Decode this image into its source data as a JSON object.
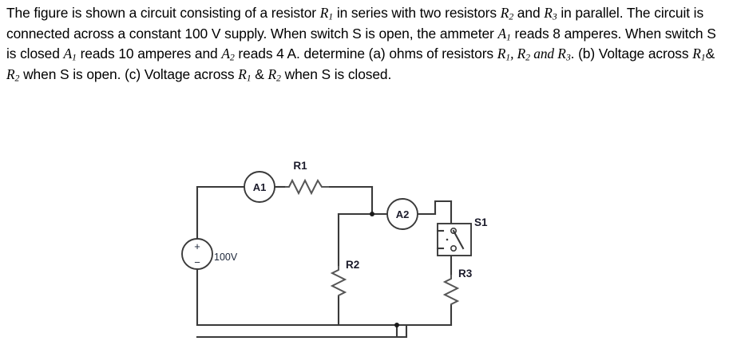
{
  "problem": {
    "line_segments": [
      {
        "t": "The figure is shown a circuit consisting of a resistor ",
        "k": "plain"
      },
      {
        "t": "R",
        "k": "var",
        "sub": "1"
      },
      {
        "t": " in series with two resistors ",
        "k": "plain"
      },
      {
        "t": "R",
        "k": "var",
        "sub": "2"
      },
      {
        "t": " and ",
        "k": "plain"
      },
      {
        "t": "R",
        "k": "var",
        "sub": "3"
      },
      {
        "t": " in parallel. The circuit is connected across a constant 100 V supply. When switch S is open, the ammeter ",
        "k": "plain"
      },
      {
        "t": "A",
        "k": "var",
        "sub": "1"
      },
      {
        "t": "  reads 8 amperes. When switch S is closed ",
        "k": "plain"
      },
      {
        "t": "A",
        "k": "var",
        "sub": "1"
      },
      {
        "t": " reads 10 amperes and ",
        "k": "plain"
      },
      {
        "t": "A",
        "k": "var",
        "sub": "2"
      },
      {
        "t": " reads 4 A. determine (a) ohms of resistors ",
        "k": "plain"
      },
      {
        "t": "R",
        "k": "var",
        "sub": "1"
      },
      {
        "t": ", ",
        "k": "mathpunct"
      },
      {
        "t": "R",
        "k": "var",
        "sub": "2"
      },
      {
        "t": " and ",
        "k": "mathword"
      },
      {
        "t": "R",
        "k": "var",
        "sub": "3"
      },
      {
        "t": ". (b) Voltage across ",
        "k": "plain"
      },
      {
        "t": "R",
        "k": "var",
        "sub": "1"
      },
      {
        "t": "& ",
        "k": "plain"
      },
      {
        "t": "R",
        "k": "var",
        "sub": "2"
      },
      {
        "t": " when S is open. (c) Voltage across ",
        "k": "plain"
      },
      {
        "t": "R",
        "k": "var",
        "sub": "1"
      },
      {
        "t": " & ",
        "k": "plain"
      },
      {
        "t": "R",
        "k": "var",
        "sub": "2"
      },
      {
        "t": " when S is closed.",
        "k": "plain"
      }
    ],
    "full_text": "The figure is shown a circuit consisting of a resistor R1 in series with two resistors R2 and R3 in parallel. The circuit is connected across a constant 100 V supply. When switch S is open, the ammeter A1 reads 8 amperes. When switch S is closed A1 reads 10 amperes and A2 reads 4 A. determine (a) ohms of resistors R1, R2 and R3. (b) Voltage across R1 & R2 when S is open. (c) Voltage across R1 & R2 when S is closed."
  },
  "circuit": {
    "source": {
      "label": "100V",
      "plus": "+",
      "minus": "−",
      "name": "voltage-source"
    },
    "ammeter_1": {
      "label": "A1"
    },
    "ammeter_2": {
      "label": "A2"
    },
    "resistor_1": {
      "label": "R1"
    },
    "resistor_2": {
      "label": "R2"
    },
    "resistor_3": {
      "label": "R3"
    },
    "switch_1": {
      "label": "S1",
      "state": "open"
    }
  },
  "colors": {
    "wire": "#3a3a3a",
    "label": "#1b1b2b",
    "background": "#ffffff",
    "resistor": "#555555"
  }
}
